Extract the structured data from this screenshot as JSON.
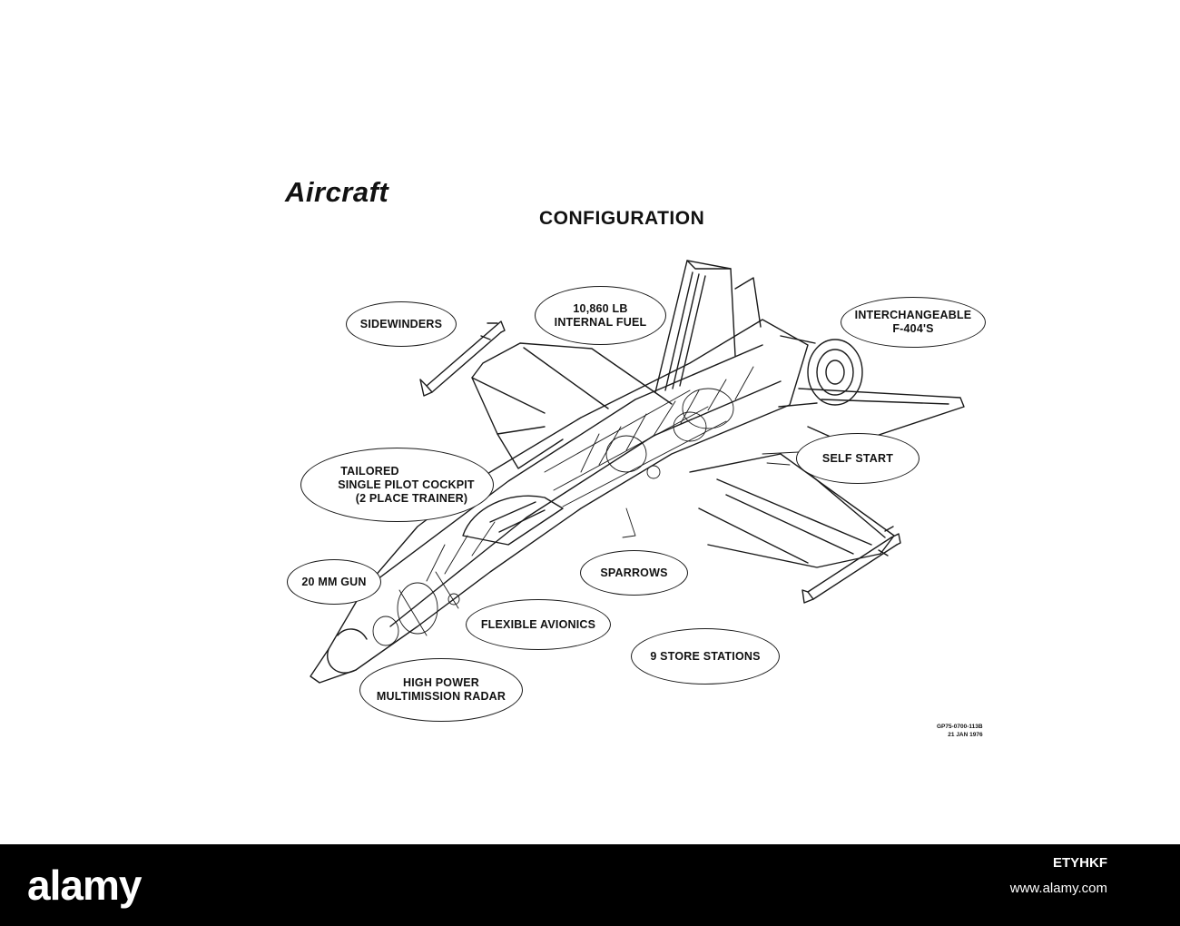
{
  "page": {
    "title": "Aircraft",
    "subtitle": "CONFIGURATION",
    "drawing_code": "GP75-0700-113B",
    "drawing_date": "21 JAN 1976"
  },
  "callouts": {
    "sidewinders": "SIDEWINDERS",
    "fuel_line1": "10,860 LB",
    "fuel_line2": "INTERNAL FUEL",
    "engines_line1": "INTERCHANGEABLE",
    "engines_line2": "F-404'S",
    "cockpit_line1": "TAILORED",
    "cockpit_line2": "SINGLE PILOT COCKPIT",
    "cockpit_line3": "(2 PLACE TRAINER)",
    "self_start": "SELF START",
    "gun": "20 MM GUN",
    "sparrows": "SPARROWS",
    "avionics": "FLEXIBLE AVIONICS",
    "stations": "9 STORE STATIONS",
    "radar_line1": "HIGH POWER",
    "radar_line2": "MULTIMISSION RADAR"
  },
  "watermark": {
    "brand": "alamy",
    "image_id": "ETYHKF",
    "url": "www.alamy.com"
  },
  "colors": {
    "ink": "#111111",
    "paper": "#ffffff",
    "footer": "#000000"
  }
}
